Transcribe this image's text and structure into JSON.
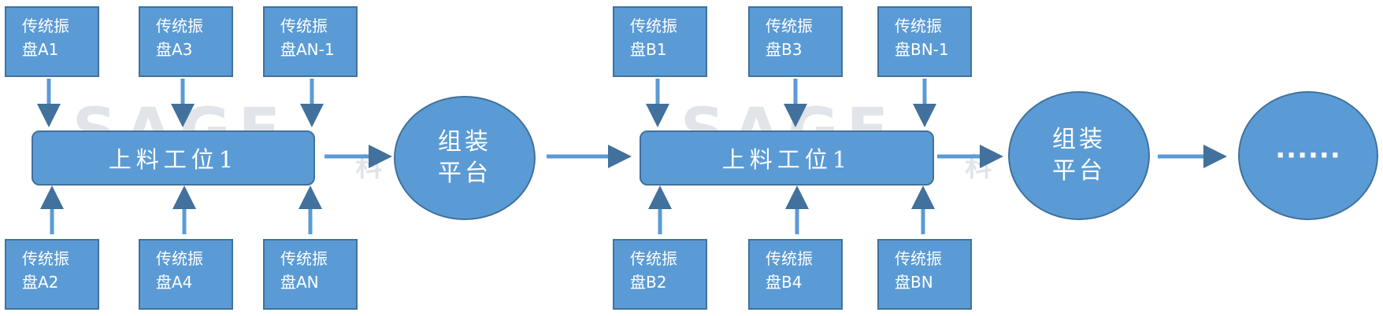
{
  "colors": {
    "fill": "#5b9bd5",
    "stroke": "#41719c",
    "text": "#ffffff",
    "watermark": "#c8cdd7"
  },
  "watermark": {
    "logo": "SAGE",
    "subtitle": "仕 泽 智 能 科 技"
  },
  "group_a": {
    "station": "上料工位1",
    "platform": {
      "line1": "组装",
      "line2": "平台"
    },
    "top_feeders": [
      {
        "line1": "传统振",
        "line2": "盘A1"
      },
      {
        "line1": "传统振",
        "line2": "盘A3"
      },
      {
        "line1": "传统振",
        "line2": "盘AN-1"
      }
    ],
    "bottom_feeders": [
      {
        "line1": "传统振",
        "line2": "盘A2"
      },
      {
        "line1": "传统振",
        "line2": "盘A4"
      },
      {
        "line1": "传统振",
        "line2": "盘AN"
      }
    ]
  },
  "group_b": {
    "station": "上料工位1",
    "platform": {
      "line1": "组装",
      "line2": "平台"
    },
    "top_feeders": [
      {
        "line1": "传统振",
        "line2": "盘B1"
      },
      {
        "line1": "传统振",
        "line2": "盘B3"
      },
      {
        "line1": "传统振",
        "line2": "盘BN-1"
      }
    ],
    "bottom_feeders": [
      {
        "line1": "传统振",
        "line2": "盘B2"
      },
      {
        "line1": "传统振",
        "line2": "盘B4"
      },
      {
        "line1": "传统振",
        "line2": "盘BN"
      }
    ]
  },
  "continuation": "······"
}
